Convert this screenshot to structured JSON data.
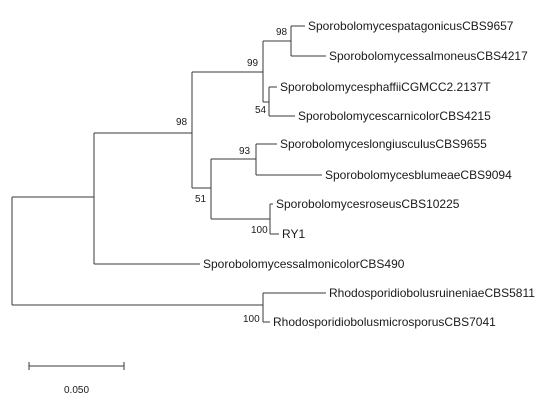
{
  "tree": {
    "leaves": [
      {
        "id": "L1",
        "label": "SporobolomycespatagonicusCBS9657"
      },
      {
        "id": "L2",
        "label": "SporobolomycessalmoneusCBS4217"
      },
      {
        "id": "L3",
        "label": "SporobolomycesphaffiiCGMCC2.2137T"
      },
      {
        "id": "L4",
        "label": "SporobolomycescarnicolorCBS4215"
      },
      {
        "id": "L5",
        "label": "SporobolomyceslongiusculusCBS9655"
      },
      {
        "id": "L6",
        "label": "SporobolomycesblumeaeCBS9094"
      },
      {
        "id": "L7",
        "label": "SporobolomycesroseusCBS10225"
      },
      {
        "id": "L8",
        "label": "RY1"
      },
      {
        "id": "L9",
        "label": "SporobolomycessalmonicolorCBS490"
      },
      {
        "id": "L10",
        "label": "RhodosporidiobolusruineniaeCBS5811"
      },
      {
        "id": "L11",
        "label": "RhodosporidiobolusmicrosporusCBS7041"
      }
    ],
    "bootstrap": {
      "n_patagonicus_salmoneus": "98",
      "n_upper_clade": "99",
      "n_phaffii_carnicolor": "54",
      "n_sporobolomyces": "98",
      "n_longiusculus_blumeae": "93",
      "n_lower_clade": "51",
      "n_roseus_ry1": "100",
      "n_rhodosporidiobolus": "100"
    },
    "scale_bar": {
      "value": 0.05,
      "label": "0.050"
    }
  }
}
